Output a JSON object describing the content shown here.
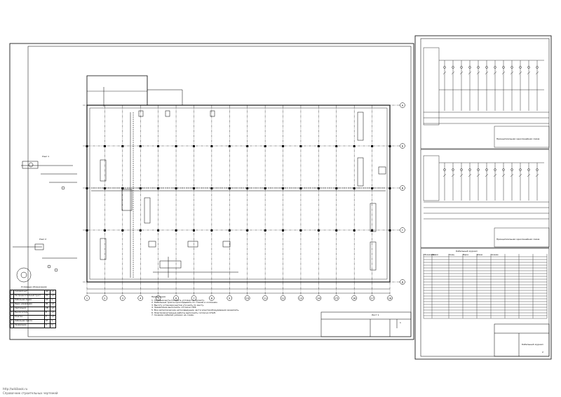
{
  "footer": {
    "site": "http://wikibook.ru",
    "caption": "Справочник строительных чертежей"
  },
  "sheet1": {
    "sheet_no": "1",
    "title_block_text": "Лист 1",
    "notes_heading": "Примечания:",
    "notes_lines": [
      "1. Силовые щиты показать условно по проекту.",
      "2. Кабельные трассы прокладывать по стенам и колоннам.",
      "3. Высоту установки щитов уточнить по месту.",
      "4. Заземление выполнить согласно ПУЭ.",
      "5. Все металлические нетоковедущие части электрооборудования заземлить.",
      "6. Электромонтажные работы выполнить согласно СНиП.",
      "7. Сечение кабелей указано на схеме."
    ],
    "legend_title": "Условные обозначения",
    "legend_rows": [
      [
        "1",
        "Силовой щит",
        "ЩС",
        "шт"
      ],
      [
        "2",
        "Распределительный пункт",
        "ПР",
        "шт"
      ],
      [
        "3",
        "Кабельная линия",
        "КЛ",
        "м"
      ],
      [
        "4",
        "Ящик управления",
        "ЯУ",
        "шт"
      ],
      [
        "5",
        "Светильник",
        "СВ",
        "шт"
      ],
      [
        "6",
        "Выключатель",
        "В",
        "шт"
      ],
      [
        "7",
        "Розетка",
        "Р",
        "шт"
      ],
      [
        "8",
        "Кабельная трасса",
        "КТ",
        "м"
      ],
      [
        "9",
        "Заземление",
        "З",
        "м"
      ]
    ],
    "details": [
      {
        "label": "Узел 1"
      },
      {
        "label": "Узел 2"
      }
    ],
    "column_axes": [
      "1",
      "2",
      "3",
      "4",
      "5",
      "6",
      "7",
      "8",
      "9",
      "10",
      "11",
      "12",
      "13",
      "14",
      "15",
      "16",
      "17",
      "18"
    ],
    "row_axes": [
      "А",
      "Б",
      "В",
      "Г",
      "Д"
    ]
  },
  "sheet2": {
    "panel1_title": "Принципиальная однолинейная схема",
    "panel2_title": "Принципиальная однолинейная схема",
    "panel3_title": "Кабельный журнал",
    "panel3_bottom": "Кабельный журнал",
    "sheet_no": "2",
    "table_headers": [
      "Обозначение",
      "Начало",
      "Конец",
      "Марка",
      "Длина",
      "Сечение"
    ],
    "table_rows_count": 22
  }
}
